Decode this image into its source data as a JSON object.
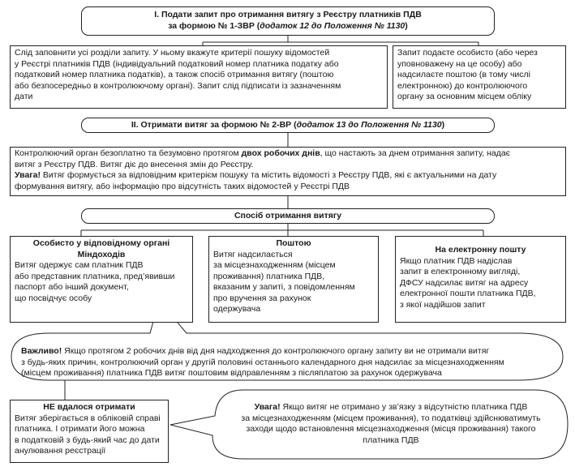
{
  "step1": {
    "line1": "I. Подати запит про отримання витягу з Реєстру платників ПДВ",
    "line2_plain": "за формою № 1-ЗВР (",
    "line2_italic": "додаток 12 до Положення № 1130",
    "line2_close": ")"
  },
  "fill_box": {
    "lines": [
      "Слід заповнити усі розділи запиту. У ньому вкажуте критерії пошуку відомостей",
      "у Реєстрі платників ПДВ (індивідуальний податковий номер платника податку або",
      "податковий номер платника податків), а також спосіб отримання витягу (поштою",
      "або безпосередньо в контролюючому органі). Запит слід підписати із зазначенням",
      "дати"
    ]
  },
  "submit_box": {
    "lines": [
      "Запит подаєте особисто (або через",
      "уповноважену на це особу) або",
      "надсилаєте поштою (в тому числі",
      "електронною) до контролюючого",
      "органу за основним місцем обліку"
    ]
  },
  "step2": {
    "plain": "II. Отримати витяг за формою № 2-ВР (",
    "italic": "додаток 13 до Положення № 1130",
    "close": ")"
  },
  "control_box": {
    "p1_a": "Контролюючий орган безоплатно та безумовно протягом ",
    "p1_bold": "двох робочих днів",
    "p1_b": ", що настають за днем отримання запиту, надає",
    "p1_line2": "витяг з Реєстру ПДВ. Витяг діє до внесення змін до Реєстру.",
    "p2_bold": "Увага!",
    "p2_a": " Витяг формується за відповідним критерієм пошуку та містить відомості з Реєстру ПДВ, які є актуальними на дату",
    "p2_line2": "формування витягу, або інформацію про відсутність таких відомостей у Реєстрі ПДВ"
  },
  "method_title": "Спосіб отримання витягу",
  "method_personal": {
    "title1": "Особисто у відповідному органі",
    "title2": "Міндоходів",
    "lines": [
      "Витяг одержує сам платник ПДВ",
      "або представник платника, пред’явивши",
      "паспорт або інший документ,",
      "що посвідчує особу"
    ]
  },
  "method_mail": {
    "title": "Поштою",
    "lines": [
      "Витяг надсилається",
      "за місцезнаходженням (місцем",
      "проживання) платника ПДВ,",
      "вказаним у запиті, з повідомленням",
      "про вручення за рахунок",
      "одержувача"
    ]
  },
  "method_email": {
    "title": "На електронну пошту",
    "lines": [
      "Якщо платник ПДВ надіслав",
      "запит в електронному вигляді,",
      "ДФСУ надсилає витяг на адресу",
      "електронної пошти платника ПДВ,",
      "з якої надійшов запит"
    ]
  },
  "important_note": {
    "bold": "Важливо!",
    "line1": " Якщо протягом 2 робочих днів від дня надходження до контролюючого органу запиту ви не отримали витяг",
    "line2": "з будь-яких причин, контролюючий орган у другій половині останнього календарного дня надсилає за місцезнаходженням",
    "line3": "(місцем проживання) платника ПДВ витяг поштовим відправленням з післяплатою за рахунок одержувача"
  },
  "failed_box": {
    "title": "НЕ вдалося отримати",
    "lines": [
      "Витяг зберігається в обліковій справі",
      "платника. І отримати його можна",
      "в податковій з будь-який час до дати",
      "анулювання реєстрації"
    ]
  },
  "warning_note": {
    "bold": "Увага!",
    "line1": " Якщо витяг не отримано у зв’язку з відсутністю платника ПДВ",
    "line2": "за місцезнаходженням (місцем проживання), то податківці здійснюватимуть",
    "line3": "заходи щодо встановлення місцезнаходження (місця проживання) такого",
    "line4": "платника ПДВ"
  }
}
